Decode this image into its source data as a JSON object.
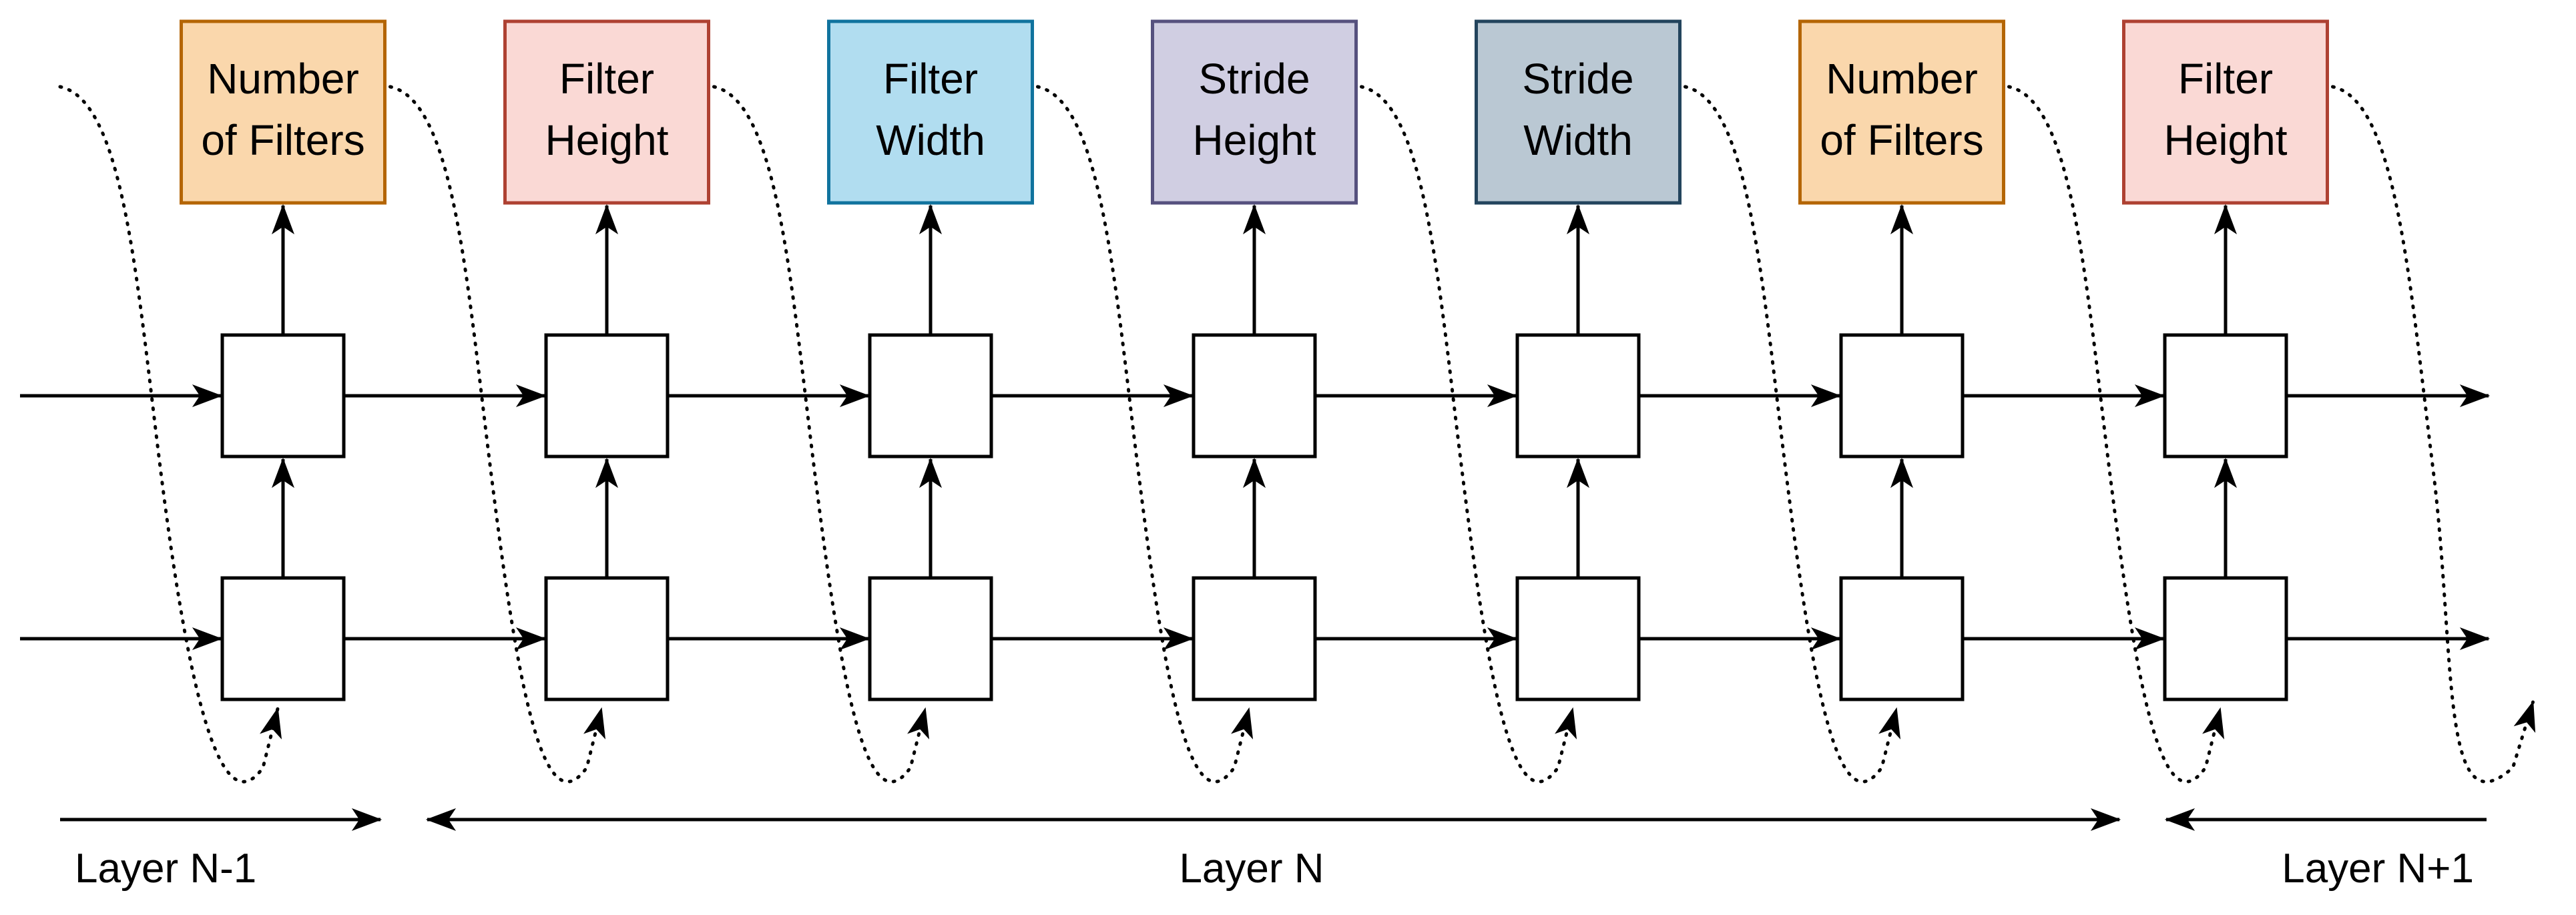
{
  "hyperparameters": [
    {
      "label": [
        "Number",
        "of Filters"
      ],
      "fill": "#fad7ac",
      "stroke": "#b46504"
    },
    {
      "label": [
        "Filter",
        "Height"
      ],
      "fill": "#fad9d5",
      "stroke": "#ae4132"
    },
    {
      "label": [
        "Filter",
        "Width"
      ],
      "fill": "#b1ddf0",
      "stroke": "#10739e"
    },
    {
      "label": [
        "Stride",
        "Height"
      ],
      "fill": "#d0cee2",
      "stroke": "#56517e"
    },
    {
      "label": [
        "Stride",
        "Width"
      ],
      "fill": "#bac8d3",
      "stroke": "#23445d"
    },
    {
      "label": [
        "Number",
        "of Filters"
      ],
      "fill": "#fad7ac",
      "stroke": "#b46504"
    },
    {
      "label": [
        "Filter",
        "Height"
      ],
      "fill": "#fad9d5",
      "stroke": "#ae4132"
    }
  ],
  "layers": [
    {
      "label": "Layer N-1",
      "span": "right-arrow"
    },
    {
      "label": "Layer N",
      "span": "double-arrow"
    },
    {
      "label": "Layer N+1",
      "span": "left-arrow"
    }
  ]
}
